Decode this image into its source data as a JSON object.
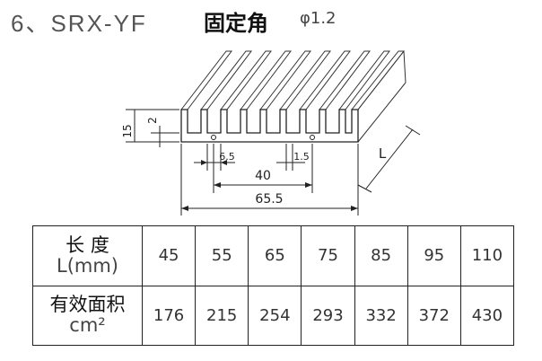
{
  "title": {
    "model": "6、SRX-YF",
    "description": "固定角",
    "diameter": "φ1.2"
  },
  "drawing": {
    "dimensions": {
      "height_total": "15",
      "base_thickness": "2",
      "fin_gap": "6.5",
      "fin_thickness": "1.5",
      "inner_width": "40",
      "total_width": "65.5",
      "length": "L"
    }
  },
  "table": {
    "row1_header_line1": "长  度",
    "row1_header_line2": "L(mm)",
    "row2_header_line1": "有效面积",
    "row2_header_line2": "cm²",
    "lengths": [
      "45",
      "55",
      "65",
      "75",
      "85",
      "95",
      "110"
    ],
    "areas": [
      "176",
      "215",
      "254",
      "293",
      "332",
      "372",
      "430"
    ]
  }
}
